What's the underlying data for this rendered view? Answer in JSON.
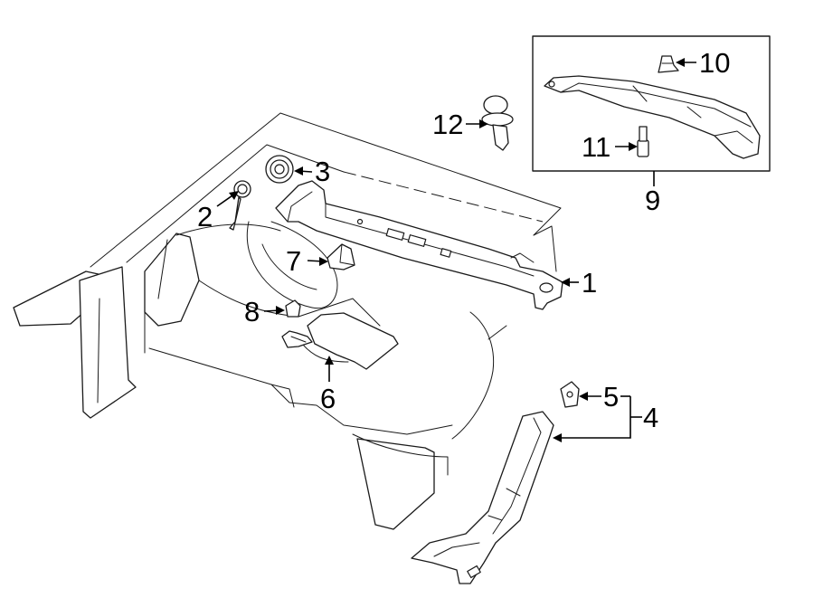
{
  "diagram": {
    "callouts": [
      {
        "id": "c1",
        "label": "1"
      },
      {
        "id": "c2",
        "label": "2"
      },
      {
        "id": "c3",
        "label": "3"
      },
      {
        "id": "c4",
        "label": "4"
      },
      {
        "id": "c5",
        "label": "5"
      },
      {
        "id": "c6",
        "label": "6"
      },
      {
        "id": "c7",
        "label": "7"
      },
      {
        "id": "c8",
        "label": "8"
      },
      {
        "id": "c9",
        "label": "9"
      },
      {
        "id": "c10",
        "label": "10"
      },
      {
        "id": "c11",
        "label": "11"
      },
      {
        "id": "c12",
        "label": "12"
      }
    ],
    "colors": {
      "line": "#1a1a1a",
      "background": "#ffffff"
    }
  }
}
